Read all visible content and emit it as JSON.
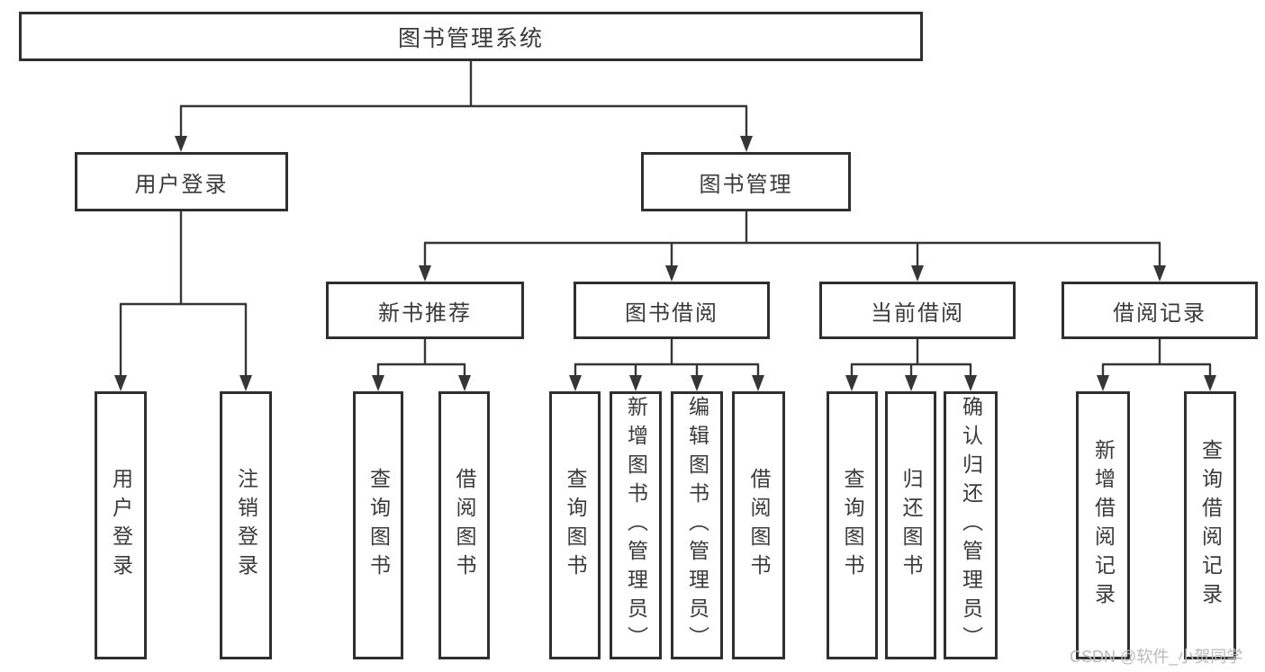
{
  "diagram": {
    "title": "图书管理系统",
    "watermark": "CSDN @软件_小贺同学",
    "colors": {
      "border": "#2f2f2f",
      "line": "#363636",
      "text": "#3a3a3a",
      "watermark": "#b9b9b9",
      "background": "#ffffff"
    }
  },
  "nodes": {
    "root": {
      "label": "图书管理系统"
    },
    "level2": [
      {
        "id": "user-login",
        "label": "用户登录"
      },
      {
        "id": "book-management",
        "label": "图书管理"
      }
    ],
    "level3": [
      {
        "id": "new-book-recommend",
        "label": "新书推荐",
        "parent": "book-management"
      },
      {
        "id": "book-borrowing",
        "label": "图书借阅",
        "parent": "book-management"
      },
      {
        "id": "current-borrowing",
        "label": "当前借阅",
        "parent": "book-management"
      },
      {
        "id": "borrowing-records",
        "label": "借阅记录",
        "parent": "book-management"
      }
    ],
    "leaves": [
      {
        "id": "user-login",
        "label": "用户登录",
        "parent": "user-login"
      },
      {
        "id": "logout",
        "label": "注销登录",
        "parent": "user-login"
      },
      {
        "id": "query-books-recommend",
        "label": "查询图书",
        "parent": "new-book-recommend"
      },
      {
        "id": "borrow-books-recommend",
        "label": "借阅图书",
        "parent": "new-book-recommend"
      },
      {
        "id": "query-books-borrowing",
        "label": "查询图书",
        "parent": "book-borrowing"
      },
      {
        "id": "add-books-admin",
        "label": "新增图书（管理员）",
        "parent": "book-borrowing"
      },
      {
        "id": "edit-books-admin",
        "label": "编辑图书（管理员）",
        "parent": "book-borrowing"
      },
      {
        "id": "borrow-books-borrowing",
        "label": "借阅图书",
        "parent": "book-borrowing"
      },
      {
        "id": "query-books-current",
        "label": "查询图书",
        "parent": "current-borrowing"
      },
      {
        "id": "return-books",
        "label": "归还图书",
        "parent": "current-borrowing"
      },
      {
        "id": "confirm-return-admin",
        "label": "确认归还（管理员）",
        "parent": "current-borrowing"
      },
      {
        "id": "add-borrow-record",
        "label": "新增借阅记录",
        "parent": "borrowing-records"
      },
      {
        "id": "query-borrow-record",
        "label": "查询借阅记录",
        "parent": "borrowing-records"
      }
    ]
  }
}
